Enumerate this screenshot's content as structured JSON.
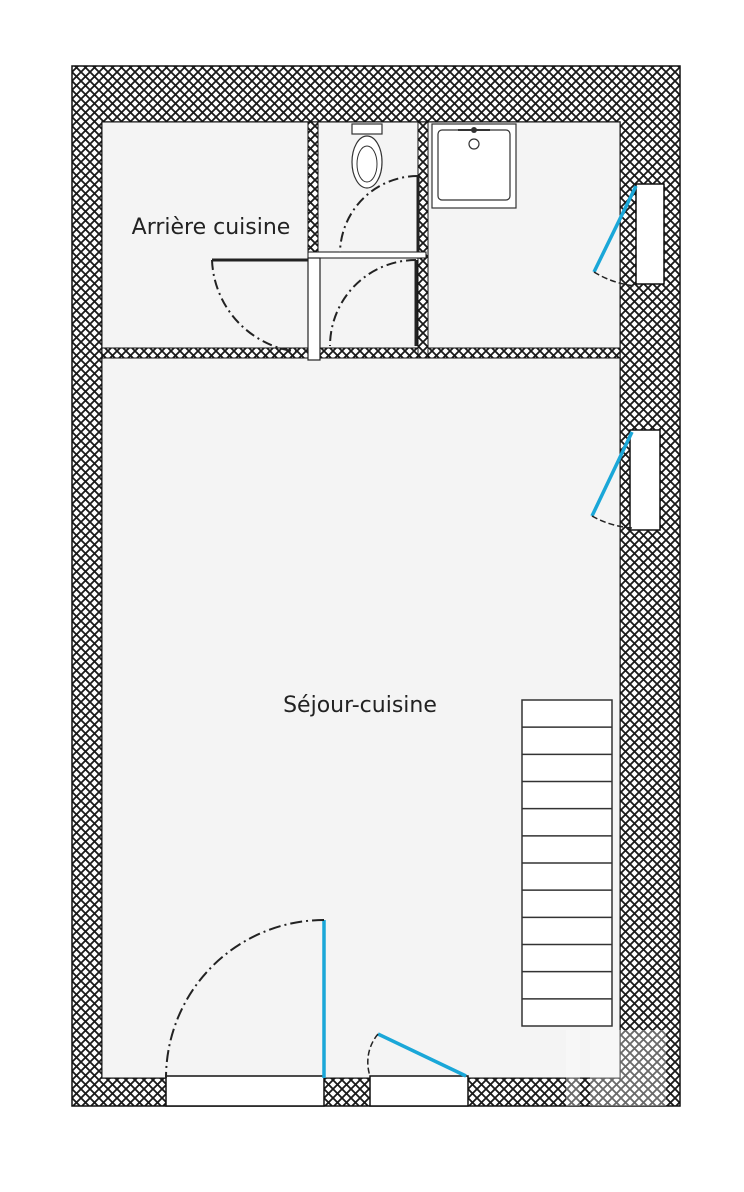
{
  "rooms": {
    "back_kitchen": "Arrière cuisine",
    "living_kitchen": "Séjour-cuisine"
  },
  "colors": {
    "floor": "#f4f4f4",
    "wall_hatch": "#1a1a1a",
    "door_leaf_exterior": "#1aa7d8",
    "door_leaf_interior": "#222222",
    "window": "#ffffff"
  },
  "icons": {
    "toilet": "toilet-icon",
    "sink": "shower-tray-icon",
    "staircase": "staircase-icon",
    "watermark": "watermark-logo-icon"
  },
  "staircase": {
    "steps": 12
  }
}
